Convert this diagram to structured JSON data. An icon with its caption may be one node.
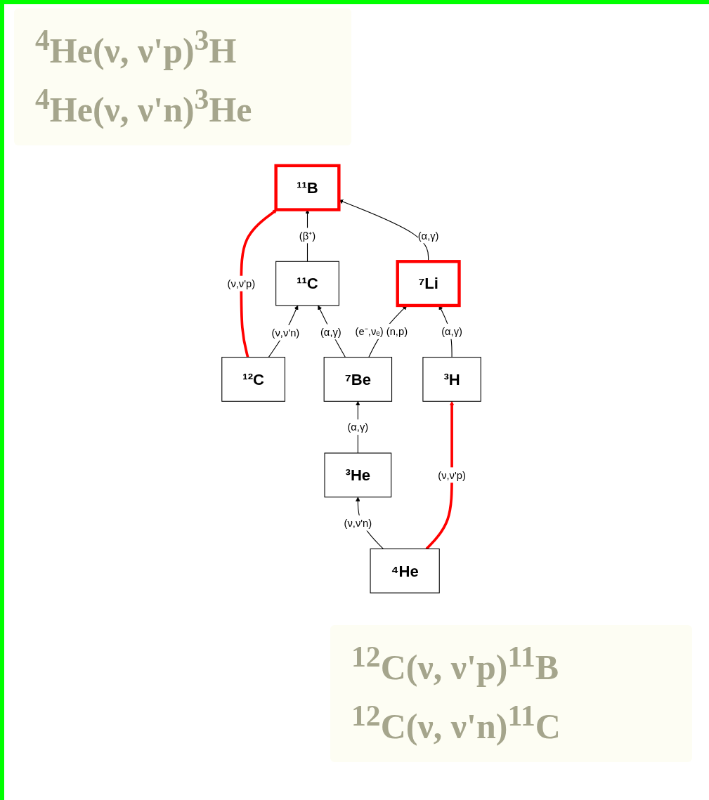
{
  "diagram": {
    "nodes": [
      {
        "text": [
          "¹¹C"
        ]
      },
      {
        "text": [
          "¹²C"
        ]
      },
      {
        "text": [
          "¹¹B"
        ]
      },
      {
        "text": [
          "⁷Be"
        ]
      },
      {
        "text": [
          "⁷Li"
        ]
      },
      {
        "text": [
          "³He"
        ]
      },
      {
        "text": [
          "⁴He"
        ]
      },
      {
        "text": [
          "³H"
        ]
      }
    ],
    "edges": [
      {
        "from": 1,
        "to": 0,
        "arrow": "to",
        "label": "(ν,ν'n)"
      },
      {
        "from": 1,
        "to": 2,
        "arrow": "to",
        "label": "(ν,ν'p)",
        "style": "thick",
        "color": "#ff0000"
      },
      {
        "from": 0,
        "to": 2,
        "arrow": "to",
        "label": "(β⁺)"
      },
      {
        "from": 3,
        "to": 0,
        "arrow": "to",
        "label": "(α,γ)"
      },
      {
        "from": 4,
        "to": 2,
        "arrow": "to",
        "label": "(α,γ)"
      },
      {
        "from": 3,
        "to": 4,
        "arrow": "to",
        "label": "(e⁻,νₑ) (n,p)"
      },
      {
        "from": 5,
        "to": 3,
        "arrow": "to",
        "label": "(α,γ)"
      },
      {
        "from": 6,
        "to": 5,
        "arrow": "to",
        "label": "(ν,ν'n)"
      },
      {
        "from": 6,
        "to": 7,
        "arrow": "to",
        "label": "(ν,ν'p)",
        "style": "thick",
        "color": "#ff0000"
      },
      {
        "from": 7,
        "to": 4,
        "arrow": "to",
        "label": "(α,γ)"
      }
    ],
    "labels": [
      "$^{4}$He(ν, ν'p)$^{3}$H",
      "$^{4}$He(ν, ν'n)$^{3}$He",
      "$^{12}$C(ν, ν'p)$^{11}$B",
      "$^{12}$C(ν, ν'n)$^{11}$C"
    ]
  }
}
